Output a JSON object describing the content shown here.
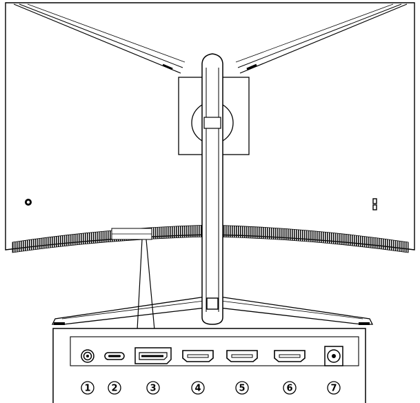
{
  "ports": [
    {
      "number": "1",
      "icon": "audio-jack-icon"
    },
    {
      "number": "2",
      "icon": "usb-c-port-icon"
    },
    {
      "number": "3",
      "icon": "displayport-icon"
    },
    {
      "number": "4",
      "icon": "hdmi-port-icon"
    },
    {
      "number": "5",
      "icon": "hdmi-port-icon"
    },
    {
      "number": "6",
      "icon": "hdmi-port-icon"
    },
    {
      "number": "7",
      "icon": "dc-power-in-icon"
    }
  ]
}
